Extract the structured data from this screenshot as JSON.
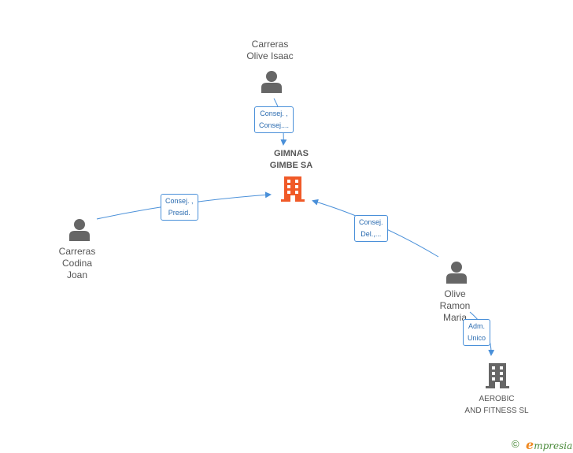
{
  "nodes": {
    "gimnas": {
      "line1": "GIMNAS",
      "line2": "GIMBE SA",
      "color": "#f05a28"
    },
    "carreras_olive": {
      "line1": "Carreras",
      "line2": "Olive Isaac"
    },
    "carreras_codina": {
      "line1": "Carreras",
      "line2": "Codina",
      "line3": "Joan"
    },
    "olive_ramon": {
      "line1": "Olive",
      "line2": "Ramon",
      "line3": "Maria"
    },
    "aerobic": {
      "line1": "AEROBIC",
      "line2": "AND FITNESS SL"
    }
  },
  "edges": {
    "e1": {
      "line1": "Consej. ,",
      "line2": "Consej...."
    },
    "e2": {
      "line1": "Consej. ,",
      "line2": "Presid."
    },
    "e3": {
      "line1": "Consej.",
      "line2": "Del.,..."
    },
    "e4": {
      "line1": "Adm.",
      "line2": "Unico"
    }
  },
  "colors": {
    "edge": "#4a90d9",
    "person_icon": "#666666",
    "company_icon": "#666666",
    "main_company": "#f05a28"
  },
  "icons": {
    "person": "person-icon",
    "company": "building-icon"
  },
  "footer": {
    "copyright": "©",
    "brand": "mpresia",
    "brand_initial": "e"
  }
}
